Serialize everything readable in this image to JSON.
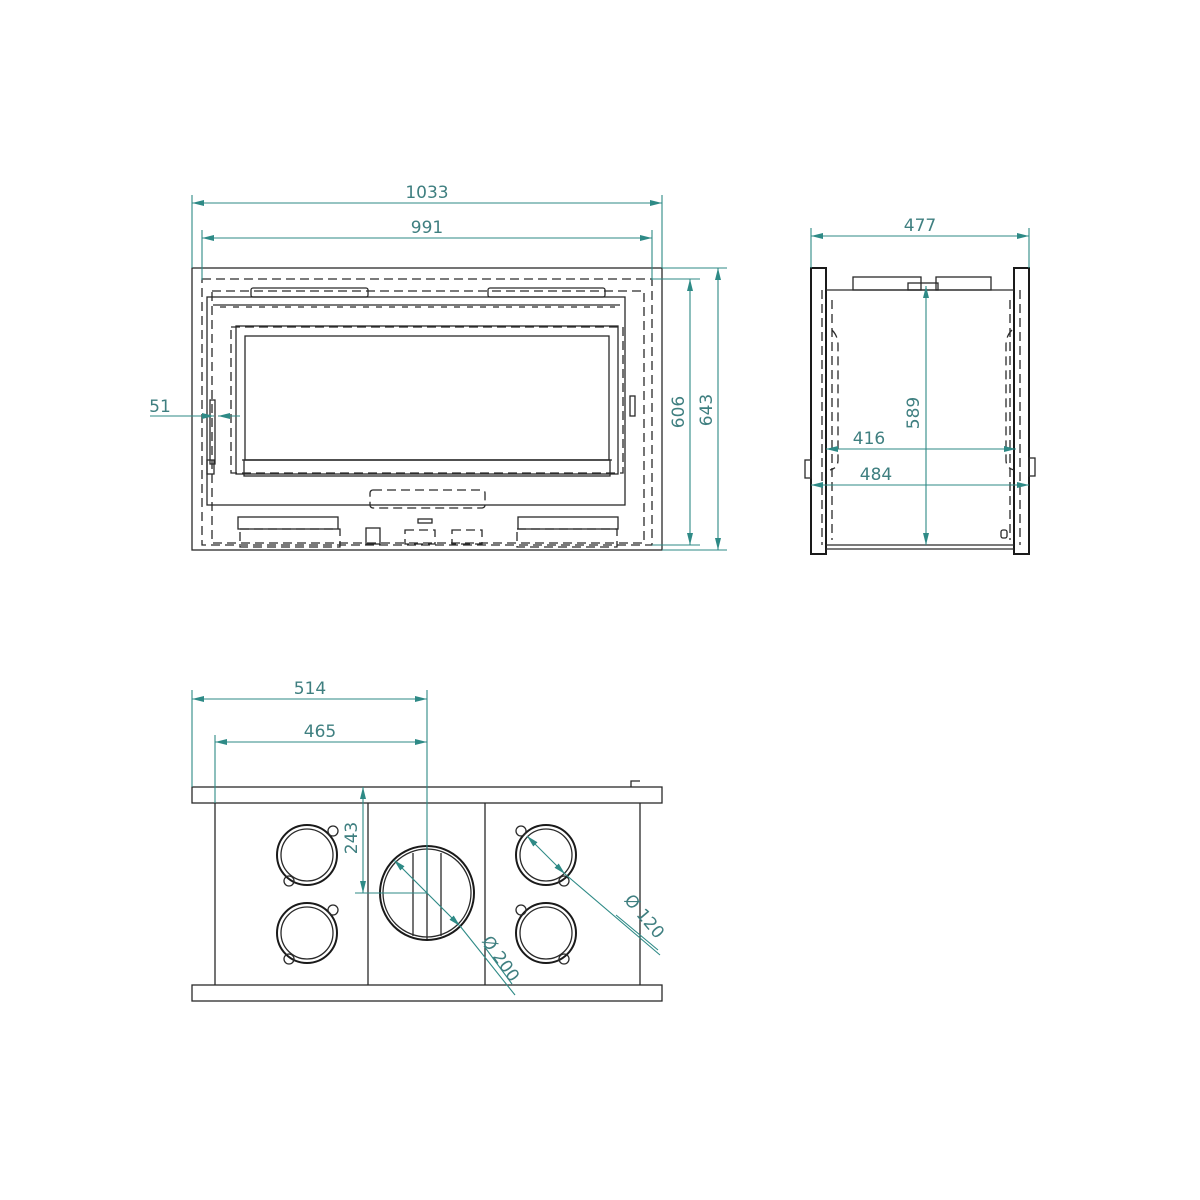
{
  "diagram": {
    "subject": "fireplace insert technical drawing",
    "colors": {
      "dimension": "#2e8a86",
      "dimension_text": "#3f7f80",
      "outline": "#2a2a2a",
      "background": "#ffffff"
    },
    "views": {
      "front": {
        "dimensions": {
          "overall_width": "1033",
          "inner_width": "991",
          "side_offset": "51",
          "inner_height": "606",
          "overall_height": "643"
        }
      },
      "side": {
        "dimensions": {
          "top_depth": "477",
          "height": "589",
          "inner_depth": "416",
          "overall_depth": "484"
        }
      },
      "top": {
        "dimensions": {
          "outlet_x_overall": "514",
          "outlet_x_body": "465",
          "outlet_y": "243",
          "main_flue_diameter": "Ø 200",
          "aux_duct_diameter": "Ø 120"
        }
      }
    }
  }
}
